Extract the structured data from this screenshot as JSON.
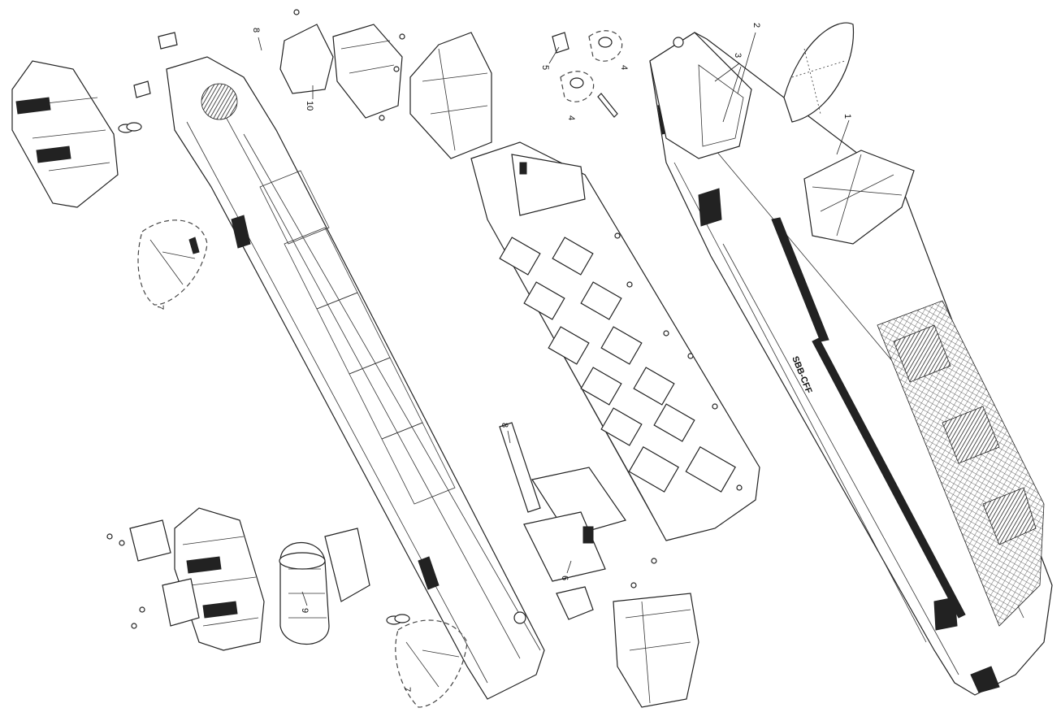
{
  "diagram": {
    "callouts": [
      {
        "id": "c1",
        "text": "1"
      },
      {
        "id": "c2",
        "text": "2"
      },
      {
        "id": "c3",
        "text": "3"
      },
      {
        "id": "c4a",
        "text": "4"
      },
      {
        "id": "c4b",
        "text": "4"
      },
      {
        "id": "c5",
        "text": "5"
      },
      {
        "id": "c6",
        "text": "6"
      },
      {
        "id": "c7a",
        "text": "7"
      },
      {
        "id": "c7b",
        "text": "7"
      },
      {
        "id": "c8a",
        "text": "8"
      },
      {
        "id": "c8b",
        "text": "8"
      },
      {
        "id": "c9",
        "text": "9"
      },
      {
        "id": "c10",
        "text": "10"
      }
    ],
    "body_lettering": "SBB-CFF"
  }
}
